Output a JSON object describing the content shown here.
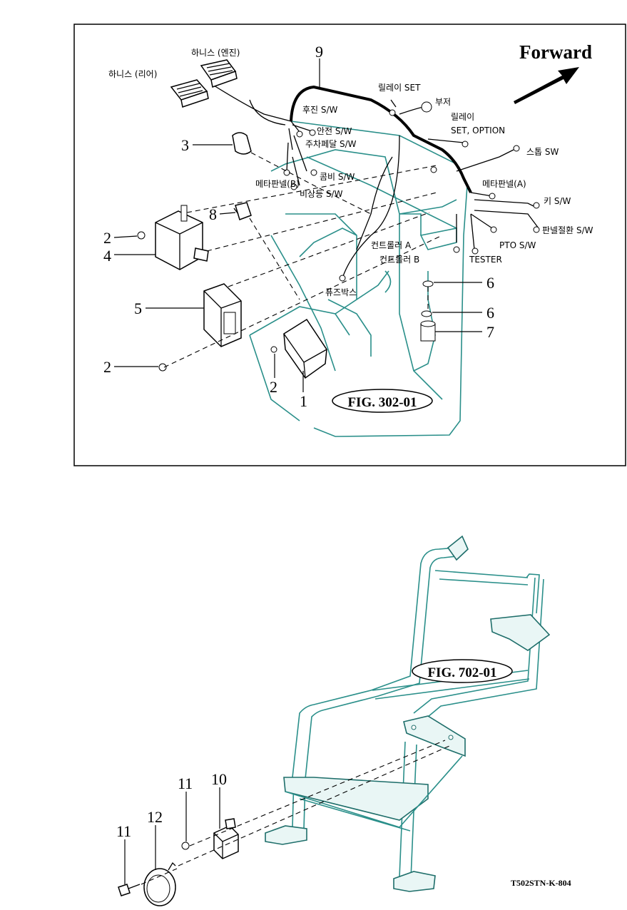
{
  "figure1": {
    "forward_label": "Forward",
    "fig_label": "FIG. 302-01",
    "part_numbers": {
      "p9": "9",
      "p3": "3",
      "p2a": "2",
      "p4": "4",
      "p8": "8",
      "p5": "5",
      "p2b": "2",
      "p2c": "2",
      "p1": "1",
      "p6a": "6",
      "p6b": "6",
      "p7": "7"
    },
    "labels": {
      "harness_engine": "하니스 (엔진)",
      "harness_rear": "하니스 (리어)",
      "relay_set": "릴레이 SET",
      "buzzer": "부저",
      "relay_option_1": "릴레이",
      "relay_option_2": "SET, OPTION",
      "reverse_sw": "후진 S/W",
      "safety_sw": "안전 S/W",
      "parking_pedal_sw": "주차페달 S/W",
      "stop_sw": "스톱 SW",
      "combi_sw": "콤비 S/W",
      "meter_panel_b": "메타판넬(B)",
      "emergency_sw": "비상등 S/W",
      "meter_panel_a": "메타판넬(A)",
      "key_sw": "키 S/W",
      "panel_switch_sw": "판넬절환 S/W",
      "pto_sw": "PTO S/W",
      "controller_a": "컨트롤러 A",
      "controller_b": "컨트롤러 B",
      "tester": "TESTER",
      "fuse_box": "퓨즈박스"
    }
  },
  "figure2": {
    "fig_label": "FIG. 702-01",
    "part_numbers": {
      "p11a": "11",
      "p10": "10",
      "p11b": "11",
      "p12": "12"
    },
    "code": "T502STN-K-804"
  }
}
